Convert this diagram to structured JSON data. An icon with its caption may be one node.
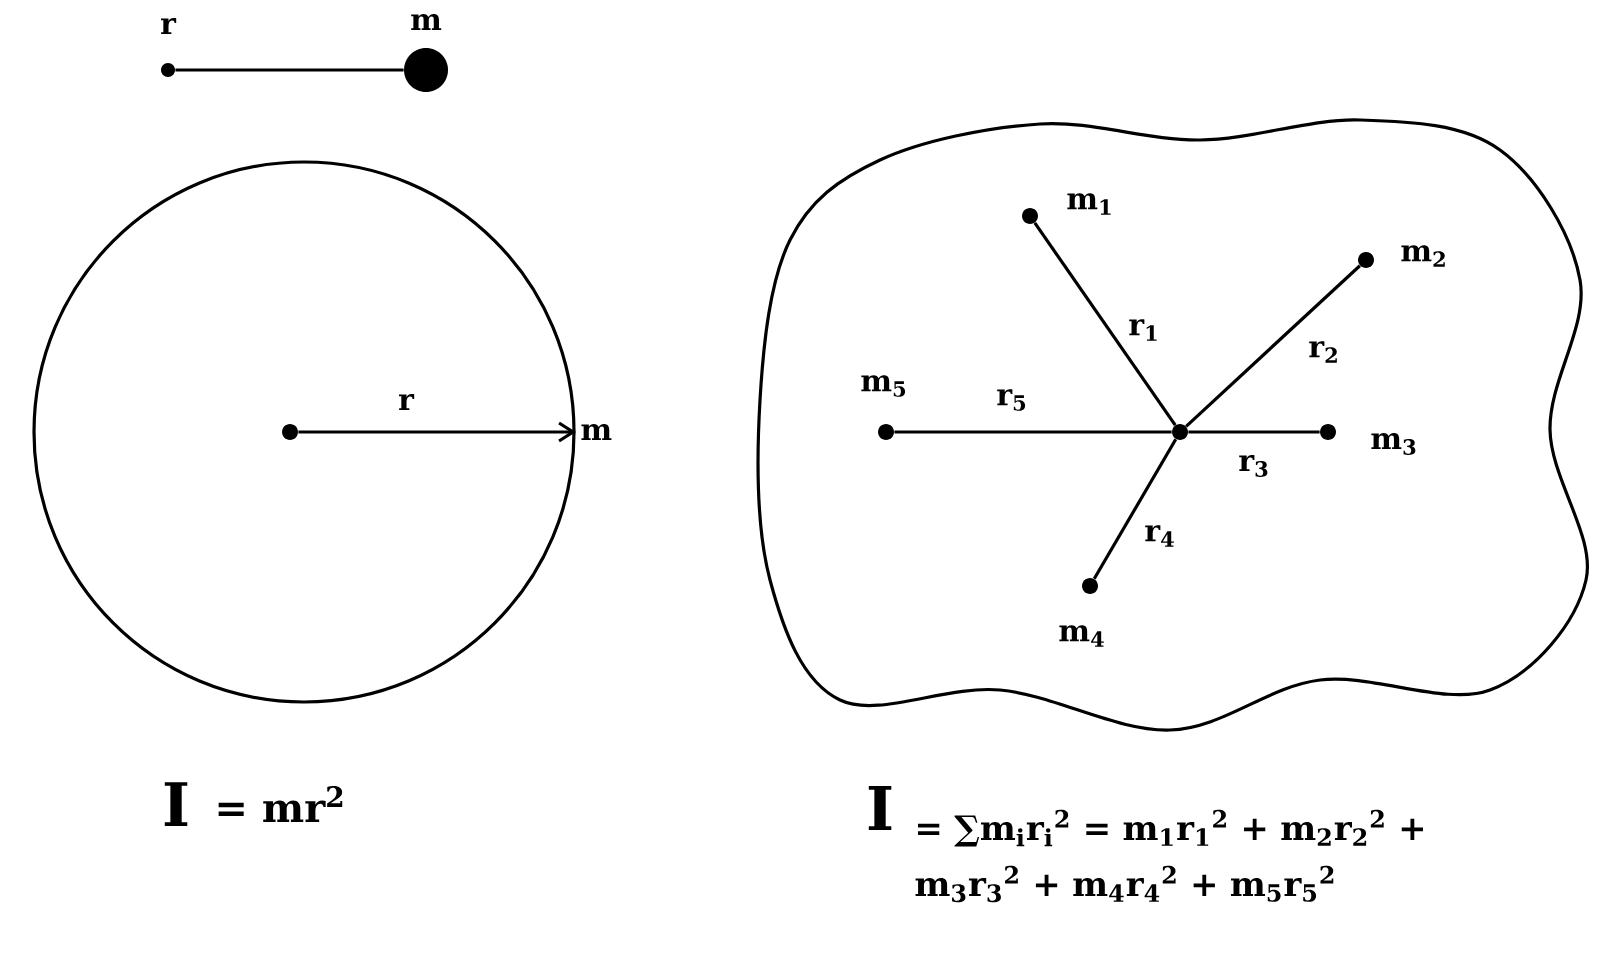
{
  "diagram": {
    "nodes": [
      {
        "text": [],
        "shape": "circle",
        "beside": [
          "r"
        ]
      },
      {
        "text": [],
        "shape": "circle",
        "beside": [
          "m"
        ]
      },
      {
        "text": [],
        "shape": "circle"
      },
      {
        "text": [],
        "shape": "circle",
        "in": 2
      },
      {
        "text": [
          "m"
        ]
      },
      {
        "text": [],
        "shape": "cloud"
      },
      {
        "text": [],
        "shape": "circle",
        "in": 5
      },
      {
        "text": [],
        "shape": "circle",
        "in": 5,
        "beside": [
          "m$_{1}$"
        ]
      },
      {
        "text": [],
        "shape": "circle",
        "in": 5,
        "beside": [
          "m$_{2}$"
        ]
      },
      {
        "text": [],
        "shape": "circle",
        "in": 5,
        "beside": [
          "m$_{3}$"
        ]
      },
      {
        "text": [],
        "shape": "circle",
        "in": 5,
        "beside": [
          "m$_{4}$"
        ]
      },
      {
        "text": [],
        "shape": "circle",
        "in": 5,
        "beside": [
          "m$_{5}$"
        ]
      }
    ],
    "edges": [
      {
        "from": 0,
        "to": 1,
        "arrow": "none"
      },
      {
        "from": 3,
        "to": 4,
        "arrow": "to",
        "label": "r"
      },
      {
        "from": 6,
        "to": 7,
        "arrow": "none",
        "label": "r$_{1}$"
      },
      {
        "from": 6,
        "to": 8,
        "arrow": "none",
        "label": "r$_{2}$"
      },
      {
        "from": 6,
        "to": 9,
        "arrow": "none",
        "label": "r$_{3}$"
      },
      {
        "from": 6,
        "to": 10,
        "arrow": "none",
        "label": "r$_{4}$"
      },
      {
        "from": 6,
        "to": 11,
        "arrow": "none",
        "label": "r$_{5}$"
      }
    ],
    "labels": [
      "I",
      "= mr$^{2}$",
      "I",
      "= ∑m$_{i}$r$_{i}$$^{2}$ = m$_{1}$r$_{1}$$^{2}$ + m$_{2}$r$_{2}$$^{2}$ + m$_{3}$r$_{3}$$^{2}$ + m$_{4}$r$_{4}$$^{2}$ + m$_{5}$r$_{5}$$^{2}$"
    ]
  }
}
